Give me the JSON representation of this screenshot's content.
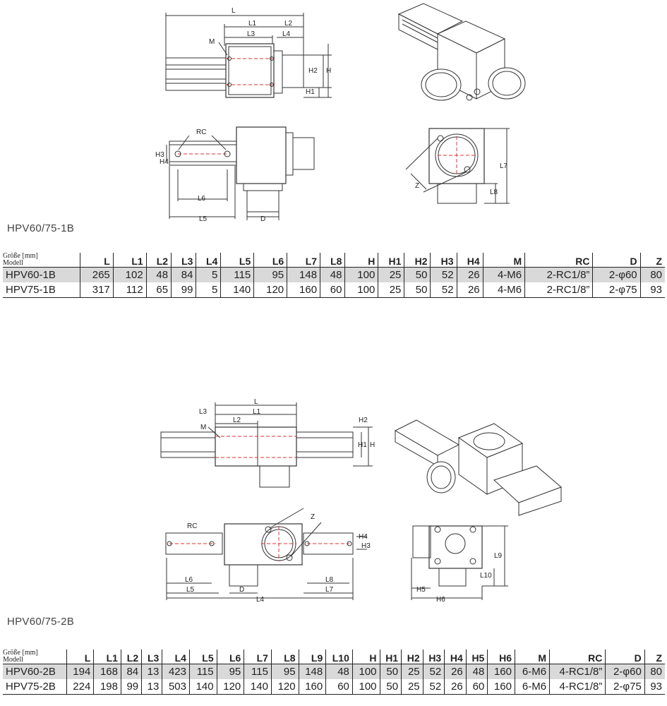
{
  "section1": {
    "caption": "HPV60/75-1B",
    "header_label_line1": "Größe [mm]",
    "header_label_line2": "Modell",
    "columns": [
      "L",
      "L1",
      "L2",
      "L3",
      "L4",
      "L5",
      "L6",
      "L7",
      "L8",
      "H",
      "H1",
      "H2",
      "H3",
      "H4",
      "M",
      "RC",
      "D",
      "Z"
    ],
    "rows": [
      {
        "model": "HPV60-1B",
        "values": [
          "265",
          "102",
          "48",
          "84",
          "5",
          "115",
          "95",
          "148",
          "48",
          "100",
          "25",
          "50",
          "52",
          "26",
          "4-M6",
          "2-RC1/8”",
          "2-φ60",
          "80"
        ]
      },
      {
        "model": "HPV75-1B",
        "values": [
          "317",
          "112",
          "65",
          "99",
          "5",
          "140",
          "120",
          "160",
          "60",
          "100",
          "25",
          "50",
          "52",
          "26",
          "4-M6",
          "2-RC1/8”",
          "2-φ75",
          "93"
        ]
      }
    ],
    "dim_labels": {
      "top": [
        "L",
        "L1",
        "L2",
        "L3",
        "L4",
        "M",
        "H2",
        "H",
        "H1"
      ],
      "bottom": [
        "RC",
        "H3",
        "H4",
        "L6",
        "L5",
        "D",
        "L7",
        "L8",
        "Z"
      ]
    }
  },
  "section2": {
    "caption": "HPV60/75-2B",
    "header_label_line1": "Größe [mm]",
    "header_label_line2": "Modell",
    "columns": [
      "L",
      "L1",
      "L2",
      "L3",
      "L4",
      "L5",
      "L6",
      "L7",
      "L8",
      "L9",
      "L10",
      "H",
      "H1",
      "H2",
      "H3",
      "H4",
      "H5",
      "H6",
      "M",
      "RC",
      "D",
      "Z"
    ],
    "rows": [
      {
        "model": "HPV60-2B",
        "values": [
          "194",
          "168",
          "84",
          "13",
          "423",
          "115",
          "95",
          "115",
          "95",
          "148",
          "48",
          "100",
          "50",
          "25",
          "52",
          "26",
          "48",
          "160",
          "6-M6",
          "4-RC1/8”",
          "2-φ60",
          "80"
        ]
      },
      {
        "model": "HPV75-2B",
        "values": [
          "224",
          "198",
          "99",
          "13",
          "503",
          "140",
          "120",
          "140",
          "120",
          "160",
          "60",
          "100",
          "50",
          "25",
          "52",
          "26",
          "60",
          "160",
          "6-M6",
          "4-RC1/8”",
          "2-φ75",
          "93"
        ]
      }
    ],
    "dim_labels": {
      "top": [
        "L",
        "L3",
        "L1",
        "L2",
        "M",
        "H2",
        "H1",
        "H"
      ],
      "bottom": [
        "RC",
        "Z",
        "H4",
        "H3",
        "L6",
        "L5",
        "D",
        "L8",
        "L7",
        "L4",
        "L9",
        "L10",
        "H5",
        "H6"
      ]
    }
  }
}
